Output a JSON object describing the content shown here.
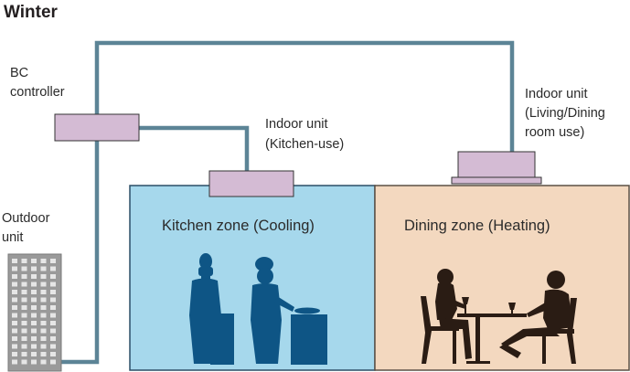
{
  "title": "Winter",
  "bc_controller": {
    "line1": "BC",
    "line2": "controller"
  },
  "outdoor_unit": {
    "line1": "Outdoor",
    "line2": "unit"
  },
  "indoor_unit_kitchen": {
    "line1": "Indoor unit",
    "line2": "(Kitchen-use)"
  },
  "indoor_unit_living": {
    "line1": "Indoor unit",
    "line2": "(Living/Dining",
    "line3": "room use)"
  },
  "kitchen_zone": {
    "label": "Kitchen zone (Cooling)",
    "color": "#a6d8ec"
  },
  "dining_zone": {
    "label": "Dining zone (Heating)",
    "color": "#f3d8bf"
  },
  "colors": {
    "pipe": "#5c8496",
    "unit_fill": "#d4bbd4",
    "silhouette": "#0e5585",
    "diner": "#2a1c14"
  }
}
